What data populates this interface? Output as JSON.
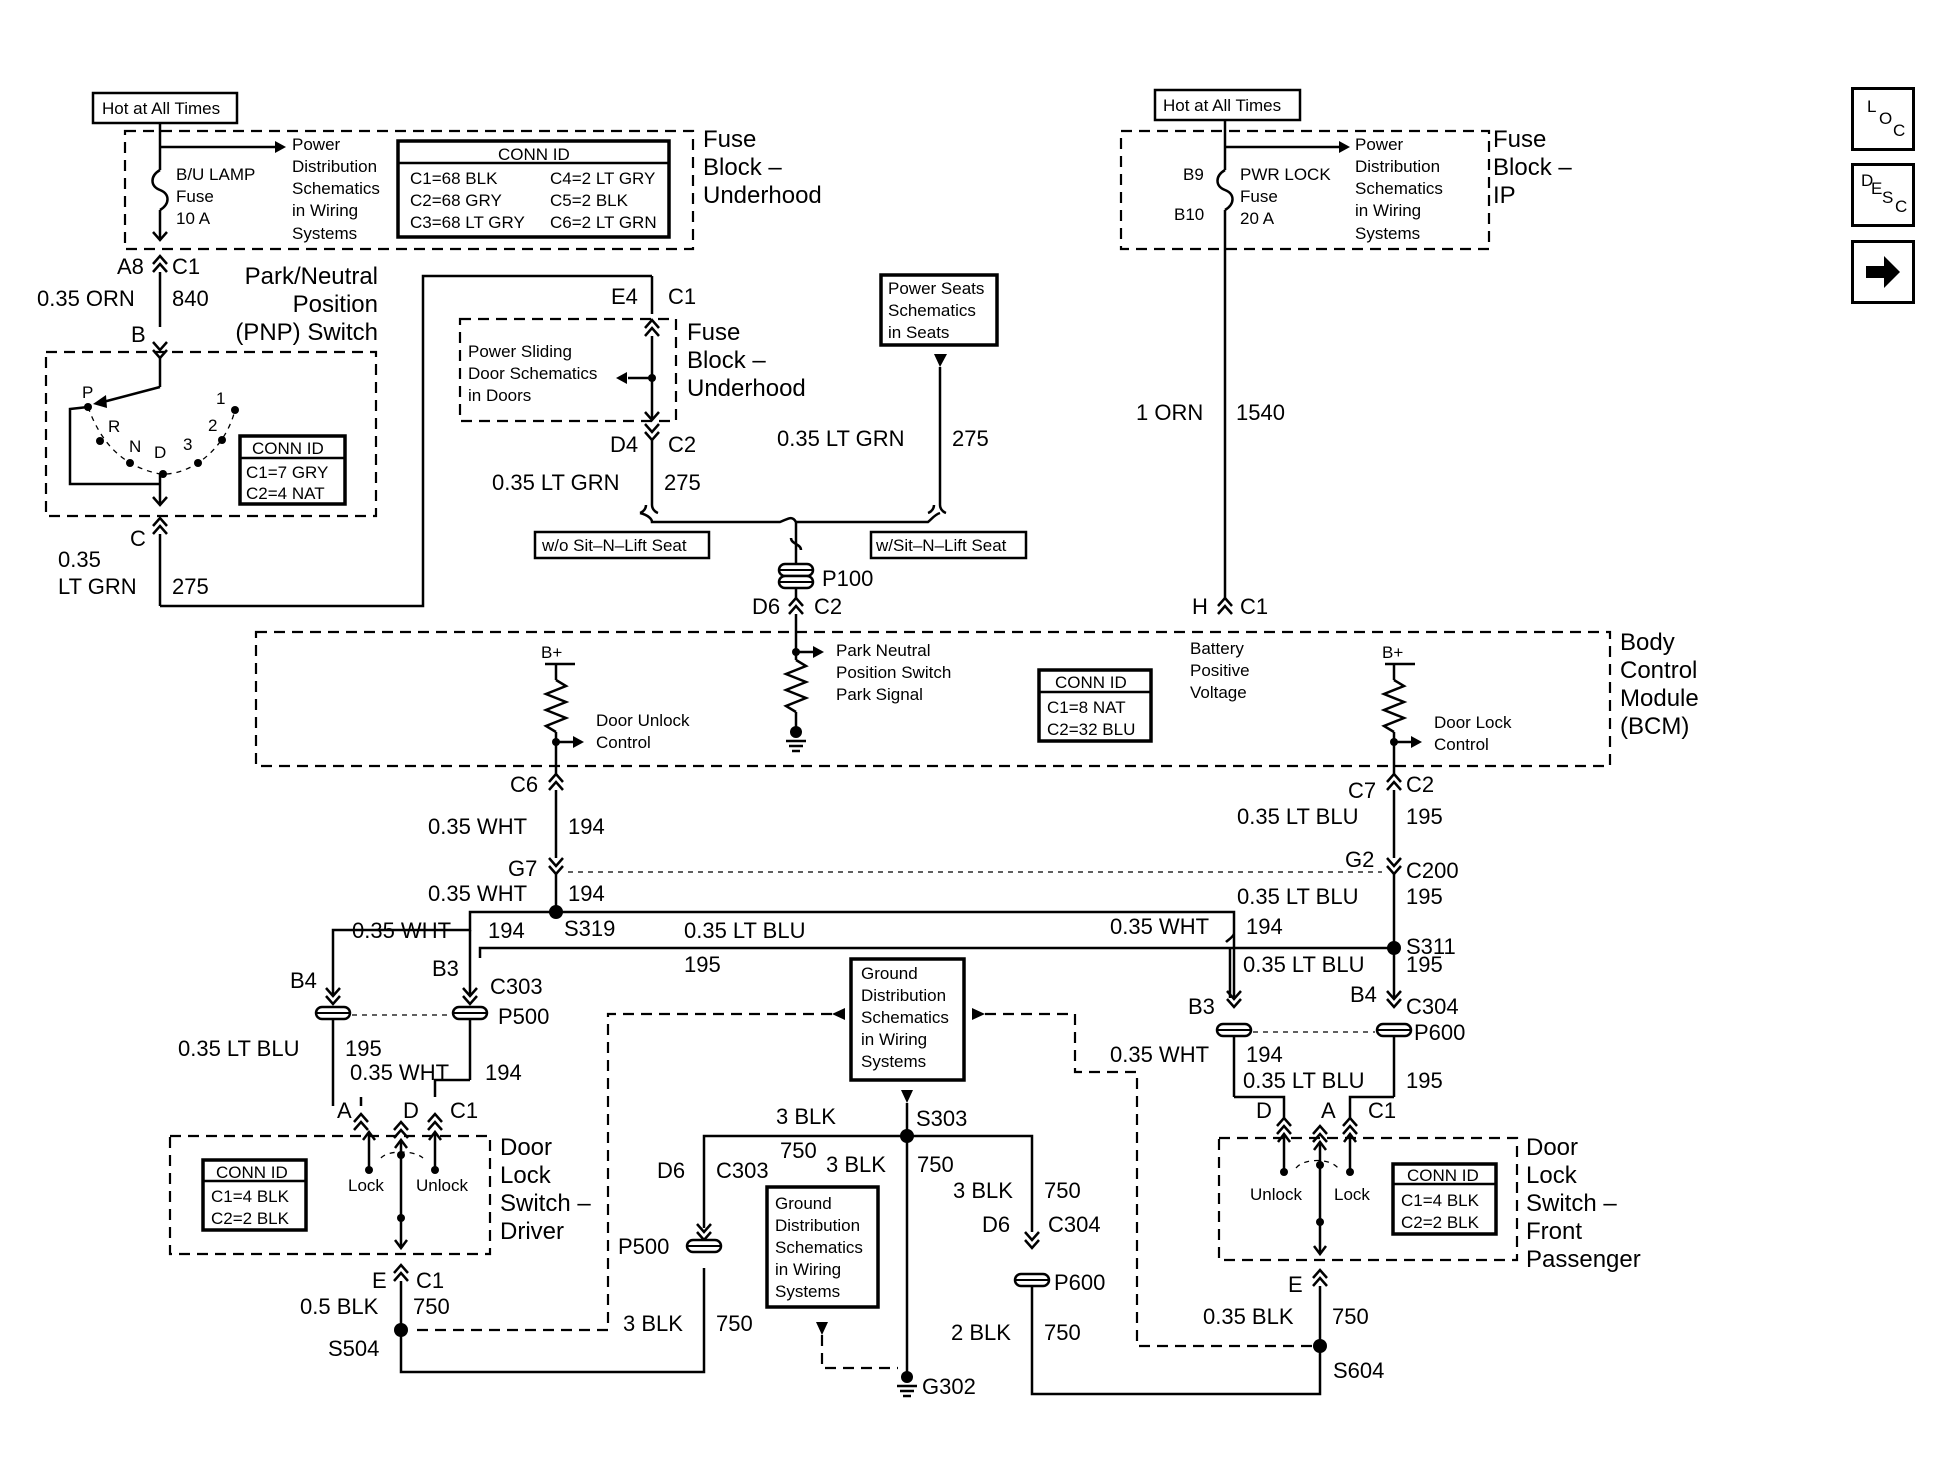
{
  "side_nav": {
    "loc": [
      "L",
      "O",
      "C"
    ],
    "desc": [
      "D",
      "E",
      "S",
      "C"
    ],
    "next_arrow": "right-arrow-icon"
  },
  "labels": {
    "hot1": "Hot at All Times",
    "hot2": "Hot at All Times",
    "bu1": "B/U LAMP",
    "bu2": "Fuse",
    "bu3": "10 A",
    "pd_l": [
      "Power",
      "Distribution",
      "Schematics",
      "in Wiring",
      "Systems"
    ],
    "pd_r": [
      "Power",
      "Distribution",
      "Schematics",
      "in Wiring",
      "Systems"
    ],
    "conn_fuse": {
      "title": "CONN ID",
      "r1a": "C1=68 BLK",
      "r1b": "C4=2 LT GRY",
      "r2a": "C2=68 GRY",
      "r2b": "C5=2 BLK",
      "r3a": "C3=68 LT GRY",
      "r3b": "C6=2 LT GRN"
    },
    "fbu1": [
      "Fuse",
      "Block –",
      "Underhood"
    ],
    "fbu2": [
      "Fuse",
      "Block –",
      "Underhood"
    ],
    "fbip": [
      "Fuse",
      "Block –",
      "IP"
    ],
    "pwrlock": [
      "PWR LOCK",
      "Fuse",
      "20 A"
    ],
    "b9": "B9",
    "b10": "B10",
    "a8": "A8",
    "c1_a8": "C1",
    "orn035": "0.35 ORN",
    "c840": "840",
    "pnp": [
      "Park/Neutral",
      "Position",
      "(PNP) Switch"
    ],
    "pnp_b": "B",
    "pnp_c": "C",
    "prnd": {
      "p": "P",
      "r": "R",
      "n": "N",
      "d": "D",
      "n3": "3",
      "n2": "2",
      "n1": "1"
    },
    "conn_pnp": {
      "title": "CONN ID",
      "r1": "C1=7 GRY",
      "r2": "C2=4 NAT"
    },
    "ltgrn_pnp": [
      "0.35",
      "LT GRN"
    ],
    "c275_pnp": "275",
    "e4": "E4",
    "c1_e4": "C1",
    "psd": [
      "Power Sliding",
      "Door Schematics",
      "in Doors"
    ],
    "d4": "D4",
    "c2_d4": "C2",
    "ltgrn_d4": "0.35 LT GRN",
    "c275_d4": "275",
    "pseats": [
      "Power Seats",
      "Schematics",
      "in Seats"
    ],
    "ltgrn_ps": "0.35 LT GRN",
    "c275_ps": "275",
    "wo_sit": "w/o Sit–N–Lift Seat",
    "w_sit": "w/Sit–N–Lift Seat",
    "p100": "P100",
    "d6_bcm": "D6",
    "c2_bcm": "C2",
    "orn1": "1 ORN",
    "c1540": "1540",
    "h": "H",
    "c1_h": "C1",
    "bcm": [
      "Body",
      "Control",
      "Module",
      "(BCM)"
    ],
    "bplus1": "B+",
    "bplus2": "B+",
    "dunlock": [
      "Door Unlock",
      "Control"
    ],
    "dlock": [
      "Door Lock",
      "Control"
    ],
    "pnpsig": [
      "Park Neutral",
      "Position Switch",
      "Park Signal"
    ],
    "battv": [
      "Battery",
      "Positive",
      "Voltage"
    ],
    "conn_bcm": {
      "title": "CONN ID",
      "r1": "C1=8 NAT",
      "r2": "C2=32 BLU"
    },
    "c6": "C6",
    "wht_c6": "0.35 WHT",
    "c194_c6": "194",
    "c7": "C7",
    "c2_c7": "C2",
    "ltblu_c7": "0.35 LT BLU",
    "c195_c7": "195",
    "g7": "G7",
    "g2": "G2",
    "c200": "C200",
    "wht_g7": "0.35 WHT",
    "c194_g7": "194",
    "ltblu_g2": "0.35 LT BLU",
    "c195_g2": "195",
    "s319": "S319",
    "s311": "S311",
    "wht_l": "0.35 WHT",
    "c194_l": "194",
    "ltblu_mid": "0.35 LT BLU",
    "c195_mid": "195",
    "wht_r": "0.35 WHT",
    "c194_r": "194",
    "ltblu_r2": "0.35 LT BLU",
    "c195_r2": "195",
    "b4_l": "B4",
    "b3_l": "B3",
    "c303": "C303",
    "p500": "P500",
    "b3_r": "B3",
    "b4_r": "B4",
    "c304": "C304",
    "p600": "P600",
    "ltblu_dl": "0.35 LT BLU",
    "c195_dl": "195",
    "wht_dl": "0.35 WHT",
    "c194_dl": "194",
    "wht_dr": "0.35 WHT",
    "c194_dr": "194",
    "ltblu_dr": "0.35 LT BLU",
    "c195_dr": "195",
    "gd1": [
      "Ground",
      "Distribution",
      "Schematics",
      "in Wiring",
      "Systems"
    ],
    "gd2": [
      "Ground",
      "Distribution",
      "Schematics",
      "in Wiring",
      "Systems"
    ],
    "dl_a": "A",
    "dl_d": "D",
    "dl_c1": "C1",
    "dr_d": "D",
    "dr_a": "A",
    "dr_c1": "C1",
    "lock_l": "Lock",
    "unlock_l": "Unlock",
    "unlock_r": "Unlock",
    "lock_r": "Lock",
    "conn_dld": {
      "title": "CONN ID",
      "r1": "C1=4 BLK",
      "r2": "C2=2 BLK"
    },
    "conn_dlp": {
      "title": "CONN ID",
      "r1": "C1=4 BLK",
      "r2": "C2=2 BLK"
    },
    "dls_drv": [
      "Door",
      "Lock",
      "Switch –",
      "Driver"
    ],
    "dls_pas": [
      "Door",
      "Lock",
      "Switch –",
      "Front",
      "Passenger"
    ],
    "e_l": "E",
    "c1_el": "C1",
    "blk05": "0.5 BLK",
    "c750_el": "750",
    "s504": "S504",
    "blk3_a": "3 BLK",
    "c750_a": "750",
    "s303": "S303",
    "d6_c303": "D6",
    "c303_b": "C303",
    "blk3_b": "3 BLK",
    "c750_b": "750",
    "p500_b": "P500",
    "blk3_c": "3 BLK",
    "c750_c": "750",
    "blk3_d": "3 BLK",
    "c750_d": "750",
    "d6_c304": "D6",
    "c304_b": "C304",
    "p600_b": "P600",
    "blk2": "2 BLK",
    "c750_e": "750",
    "g302": "G302",
    "e_r": "E",
    "blk035": "0.35 BLK",
    "c750_r": "750",
    "s604": "S604"
  }
}
